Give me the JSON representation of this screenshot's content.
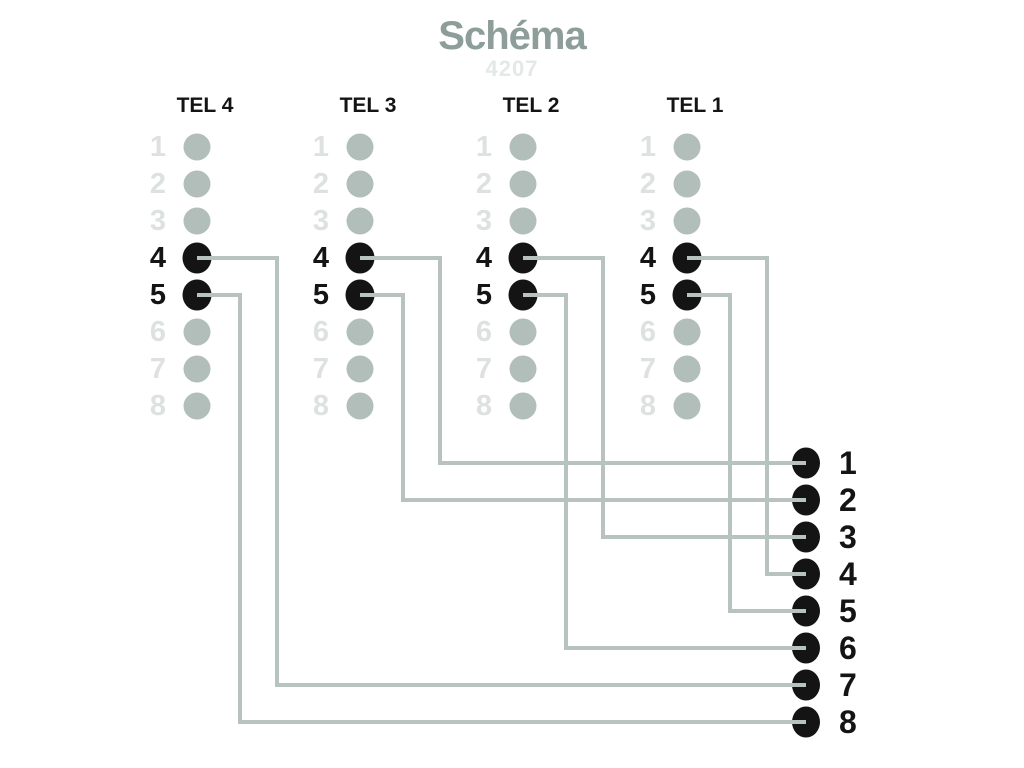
{
  "page": {
    "title": "Schéma",
    "subtitle": "4207"
  },
  "colors": {
    "title": "#8d9d99",
    "subtitle": "#e4e8e6",
    "black": "#141414",
    "inactive_dot": "#b2beba",
    "inactive_number": "#dde2e0",
    "wire": "#b8c3c0",
    "background": "#ffffff"
  },
  "connectors": [
    {
      "name": "TEL 4",
      "pins": [
        "1",
        "2",
        "3",
        "4",
        "5",
        "6",
        "7",
        "8"
      ],
      "active_pins": [
        "4",
        "5"
      ]
    },
    {
      "name": "TEL 3",
      "pins": [
        "1",
        "2",
        "3",
        "4",
        "5",
        "6",
        "7",
        "8"
      ],
      "active_pins": [
        "4",
        "5"
      ]
    },
    {
      "name": "TEL 2",
      "pins": [
        "1",
        "2",
        "3",
        "4",
        "5",
        "6",
        "7",
        "8"
      ],
      "active_pins": [
        "4",
        "5"
      ]
    },
    {
      "name": "TEL 1",
      "pins": [
        "1",
        "2",
        "3",
        "4",
        "5",
        "6",
        "7",
        "8"
      ],
      "active_pins": [
        "4",
        "5"
      ]
    }
  ],
  "outputs": [
    "1",
    "2",
    "3",
    "4",
    "5",
    "6",
    "7",
    "8"
  ],
  "connections": [
    {
      "from_connector": "TEL 4",
      "from_pin": "4",
      "to_output": "7"
    },
    {
      "from_connector": "TEL 4",
      "from_pin": "5",
      "to_output": "8"
    },
    {
      "from_connector": "TEL 3",
      "from_pin": "4",
      "to_output": "1"
    },
    {
      "from_connector": "TEL 3",
      "from_pin": "5",
      "to_output": "2"
    },
    {
      "from_connector": "TEL 2",
      "from_pin": "4",
      "to_output": "3"
    },
    {
      "from_connector": "TEL 2",
      "from_pin": "5",
      "to_output": "6"
    },
    {
      "from_connector": "TEL 1",
      "from_pin": "4",
      "to_output": "4"
    },
    {
      "from_connector": "TEL 1",
      "from_pin": "5",
      "to_output": "5"
    }
  ]
}
